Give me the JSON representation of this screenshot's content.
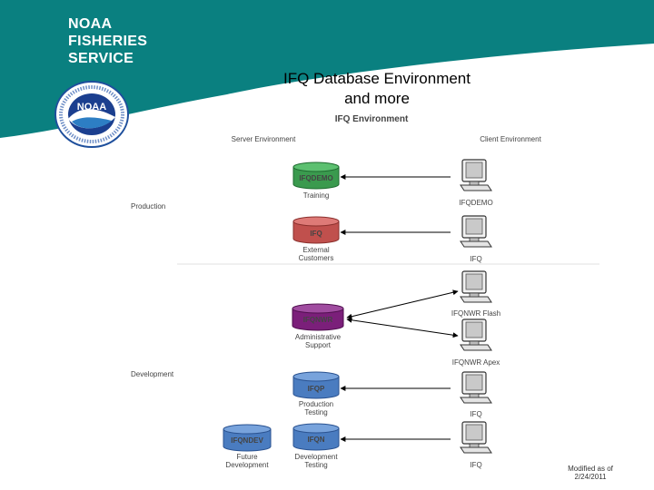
{
  "brand": {
    "lines": [
      "NOAA",
      "FISHERIES",
      "SERVICE"
    ]
  },
  "logo": {
    "text": "NOAA"
  },
  "slide": {
    "title_line1": "IFQ Database Environment",
    "title_line2": "and more"
  },
  "diagram": {
    "title": "IFQ Environment",
    "server_env": "Server Environment",
    "client_env": "Client Environment",
    "rows": {
      "production": "Production",
      "development": "Development"
    },
    "databases": [
      {
        "id": "ifqdemo",
        "label": "IFQDEMO",
        "caption": [
          "Training"
        ],
        "color": "#3a9a4e"
      },
      {
        "id": "ifq",
        "label": "IFQ",
        "caption": [
          "External",
          "Customers"
        ],
        "color": "#c0504d"
      },
      {
        "id": "ifqnwr",
        "label": "IFQNWR",
        "caption": [
          "Administrative",
          "Support"
        ],
        "color": "#7b1f7a"
      },
      {
        "id": "ifqp",
        "label": "IFQP",
        "caption": [
          "Production",
          "Testing"
        ],
        "color": "#4a7cc0"
      },
      {
        "id": "ifqdev",
        "label": "IFQNDEV",
        "caption": [
          "Future",
          "Development"
        ],
        "color": "#4a7cc0"
      },
      {
        "id": "ifqn",
        "label": "IFQN",
        "caption": [
          "Development",
          "Testing"
        ],
        "color": "#4a7cc0"
      }
    ],
    "clients": [
      {
        "id": "client-ifqdemo",
        "label": "IFQDEMO"
      },
      {
        "id": "client-ifq",
        "label": "IFQ"
      },
      {
        "id": "client-ifqnwr-flash",
        "label": "IFQNWR Flash"
      },
      {
        "id": "client-ifqnwr-apex",
        "label": "IFQNWR Apex"
      },
      {
        "id": "client-ifqp",
        "label": "IFQ"
      },
      {
        "id": "client-ifqn",
        "label": "IFQ"
      }
    ]
  },
  "footnote": {
    "line1": "Modified as of",
    "line2": "2/24/2011"
  },
  "colors": {
    "header": "#0a8080",
    "divider": "#e6e6e6",
    "arrow": "#000000"
  }
}
